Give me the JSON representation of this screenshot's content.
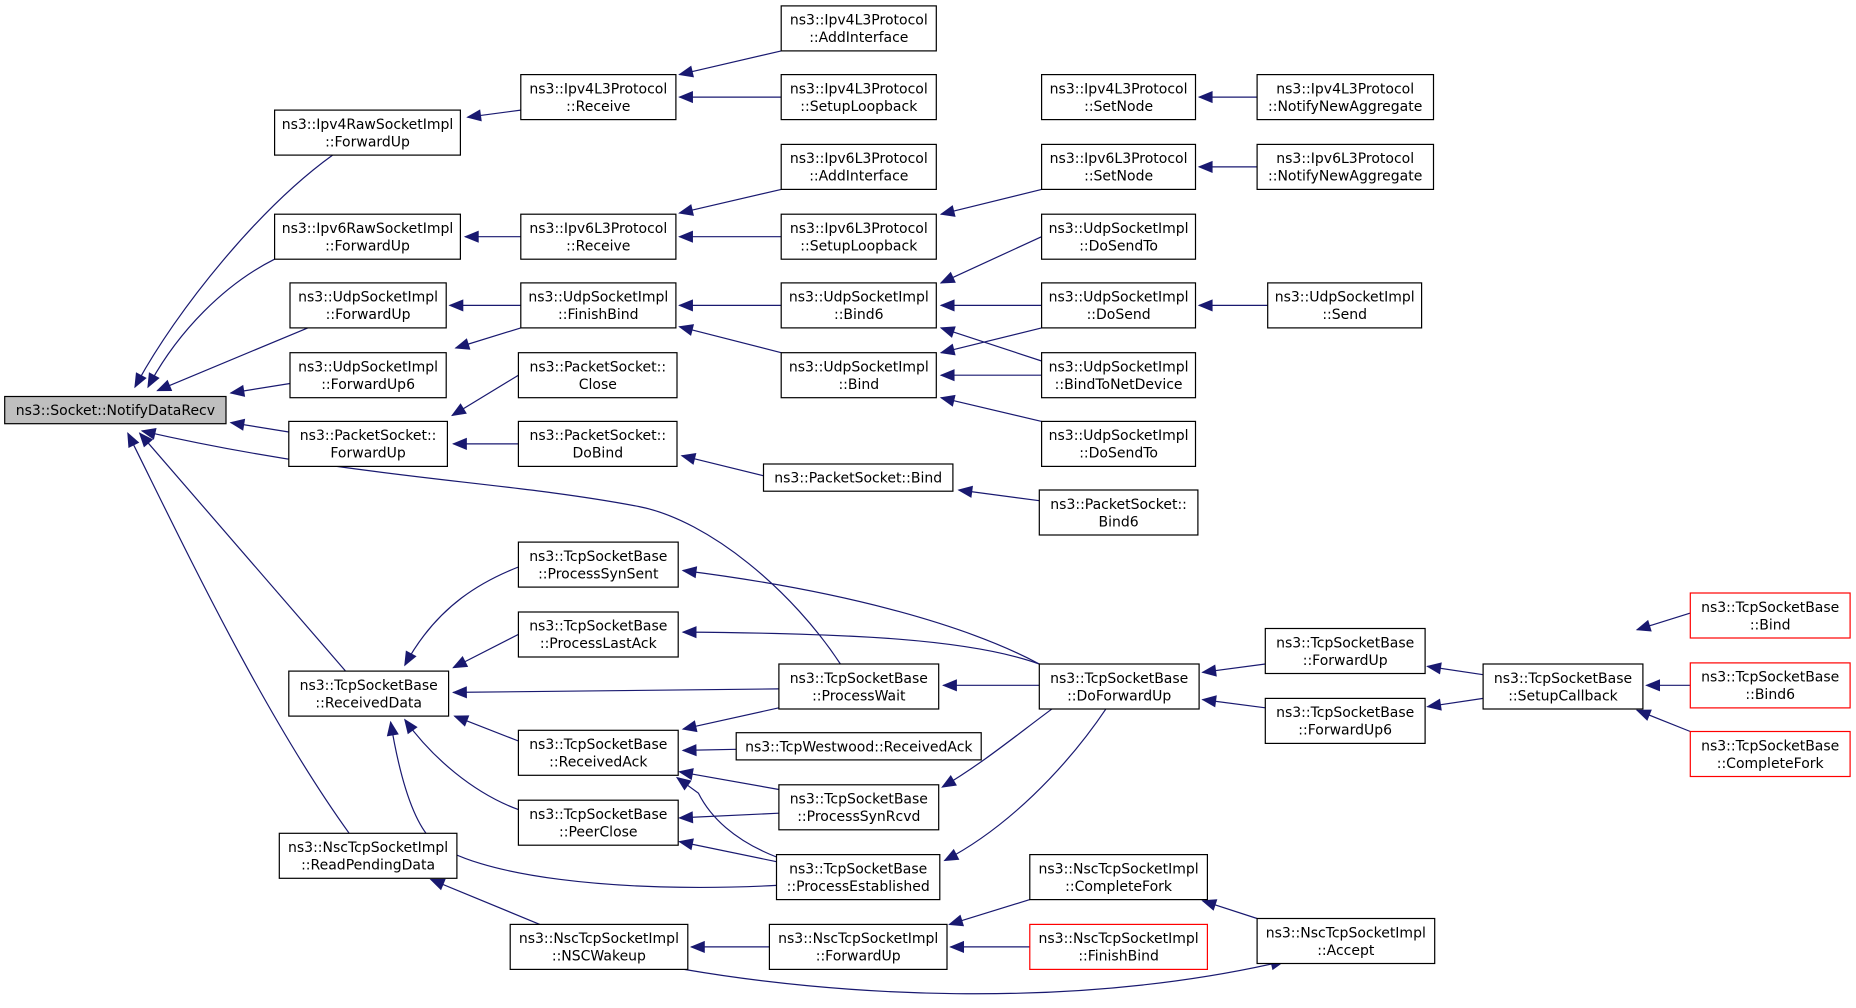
{
  "colors": {
    "edge": "#191970",
    "highlight": "#bfbfbf",
    "red_border": "#ff0000"
  },
  "nodes": [
    {
      "id": "root",
      "lines": [
        "ns3::Socket::NotifyDataRecv"
      ],
      "style": "root"
    },
    {
      "id": "ipv4raw",
      "lines": [
        "ns3::Ipv4RawSocketImpl",
        "::ForwardUp"
      ]
    },
    {
      "id": "ipv6raw",
      "lines": [
        "ns3::Ipv6RawSocketImpl",
        "::ForwardUp"
      ]
    },
    {
      "id": "udpfwd",
      "lines": [
        "ns3::UdpSocketImpl",
        "::ForwardUp"
      ]
    },
    {
      "id": "udpfwd6",
      "lines": [
        "ns3::UdpSocketImpl",
        "::ForwardUp6"
      ]
    },
    {
      "id": "pktfwd",
      "lines": [
        "ns3::PacketSocket::",
        "ForwardUp"
      ]
    },
    {
      "id": "tcprecv",
      "lines": [
        "ns3::TcpSocketBase",
        "::ReceivedData"
      ]
    },
    {
      "id": "nscread",
      "lines": [
        "ns3::NscTcpSocketImpl",
        "::ReadPendingData"
      ]
    },
    {
      "id": "ipv4recv",
      "lines": [
        "ns3::Ipv4L3Protocol",
        "::Receive"
      ]
    },
    {
      "id": "ipv6recv",
      "lines": [
        "ns3::Ipv6L3Protocol",
        "::Receive"
      ]
    },
    {
      "id": "udpfinish",
      "lines": [
        "ns3::UdpSocketImpl",
        "::FinishBind"
      ]
    },
    {
      "id": "pktclose",
      "lines": [
        "ns3::PacketSocket::",
        "Close"
      ]
    },
    {
      "id": "pktdobind",
      "lines": [
        "ns3::PacketSocket::",
        "DoBind"
      ]
    },
    {
      "id": "synsent",
      "lines": [
        "ns3::TcpSocketBase",
        "::ProcessSynSent"
      ]
    },
    {
      "id": "lastack",
      "lines": [
        "ns3::TcpSocketBase",
        "::ProcessLastAck"
      ]
    },
    {
      "id": "recvack",
      "lines": [
        "ns3::TcpSocketBase",
        "::ReceivedAck"
      ]
    },
    {
      "id": "peerclose",
      "lines": [
        "ns3::TcpSocketBase",
        "::PeerClose"
      ]
    },
    {
      "id": "nscwake",
      "lines": [
        "ns3::NscTcpSocketImpl",
        "::NSCWakeup"
      ]
    },
    {
      "id": "ipv4addif",
      "lines": [
        "ns3::Ipv4L3Protocol",
        "::AddInterface"
      ]
    },
    {
      "id": "ipv4loop",
      "lines": [
        "ns3::Ipv4L3Protocol",
        "::SetupLoopback"
      ]
    },
    {
      "id": "ipv6addif",
      "lines": [
        "ns3::Ipv6L3Protocol",
        "::AddInterface"
      ]
    },
    {
      "id": "ipv6loop",
      "lines": [
        "ns3::Ipv6L3Protocol",
        "::SetupLoopback"
      ]
    },
    {
      "id": "udpbind6",
      "lines": [
        "ns3::UdpSocketImpl",
        "::Bind6"
      ]
    },
    {
      "id": "udpbind",
      "lines": [
        "ns3::UdpSocketImpl",
        "::Bind"
      ]
    },
    {
      "id": "pktbind",
      "lines": [
        "ns3::PacketSocket::Bind"
      ]
    },
    {
      "id": "procwait",
      "lines": [
        "ns3::TcpSocketBase",
        "::ProcessWait"
      ]
    },
    {
      "id": "westwood",
      "lines": [
        "ns3::TcpWestwood::ReceivedAck"
      ]
    },
    {
      "id": "synrcvd",
      "lines": [
        "ns3::TcpSocketBase",
        "::ProcessSynRcvd"
      ]
    },
    {
      "id": "established",
      "lines": [
        "ns3::TcpSocketBase",
        "::ProcessEstablished"
      ]
    },
    {
      "id": "nscfwd",
      "lines": [
        "ns3::NscTcpSocketImpl",
        "::ForwardUp"
      ]
    },
    {
      "id": "ipv4setnode",
      "lines": [
        "ns3::Ipv4L3Protocol",
        "::SetNode"
      ]
    },
    {
      "id": "ipv6setnode",
      "lines": [
        "ns3::Ipv6L3Protocol",
        "::SetNode"
      ]
    },
    {
      "id": "udpdosendto1",
      "lines": [
        "ns3::UdpSocketImpl",
        "::DoSendTo"
      ]
    },
    {
      "id": "udpdosend",
      "lines": [
        "ns3::UdpSocketImpl",
        "::DoSend"
      ]
    },
    {
      "id": "udpbindnet",
      "lines": [
        "ns3::UdpSocketImpl",
        "::BindToNetDevice"
      ]
    },
    {
      "id": "udpdosendto2",
      "lines": [
        "ns3::UdpSocketImpl",
        "::DoSendTo"
      ]
    },
    {
      "id": "pktbind6",
      "lines": [
        "ns3::PacketSocket::",
        "Bind6"
      ]
    },
    {
      "id": "doforwardup",
      "lines": [
        "ns3::TcpSocketBase",
        "::DoForwardUp"
      ]
    },
    {
      "id": "nsccompfork",
      "lines": [
        "ns3::NscTcpSocketImpl",
        "::CompleteFork"
      ]
    },
    {
      "id": "nscfinishbind",
      "lines": [
        "ns3::NscTcpSocketImpl",
        "::FinishBind"
      ],
      "style": "red"
    },
    {
      "id": "ipv4notify",
      "lines": [
        "ns3::Ipv4L3Protocol",
        "::NotifyNewAggregate"
      ]
    },
    {
      "id": "ipv6notify",
      "lines": [
        "ns3::Ipv6L3Protocol",
        "::NotifyNewAggregate"
      ]
    },
    {
      "id": "udpsend",
      "lines": [
        "ns3::UdpSocketImpl",
        "::Send"
      ]
    },
    {
      "id": "tcpfwdup",
      "lines": [
        "ns3::TcpSocketBase",
        "::ForwardUp"
      ]
    },
    {
      "id": "tcpfwdup6",
      "lines": [
        "ns3::TcpSocketBase",
        "::ForwardUp6"
      ]
    },
    {
      "id": "nscaccept",
      "lines": [
        "ns3::NscTcpSocketImpl",
        "::Accept"
      ]
    },
    {
      "id": "setupcb",
      "lines": [
        "ns3::TcpSocketBase",
        "::SetupCallback"
      ]
    },
    {
      "id": "tcpbind",
      "lines": [
        "ns3::TcpSocketBase",
        "::Bind"
      ],
      "style": "red"
    },
    {
      "id": "tcpbind6",
      "lines": [
        "ns3::TcpSocketBase",
        "::Bind6"
      ],
      "style": "red"
    },
    {
      "id": "tcpcompfork",
      "lines": [
        "ns3::TcpSocketBase",
        "::CompleteFork"
      ],
      "style": "red"
    }
  ]
}
